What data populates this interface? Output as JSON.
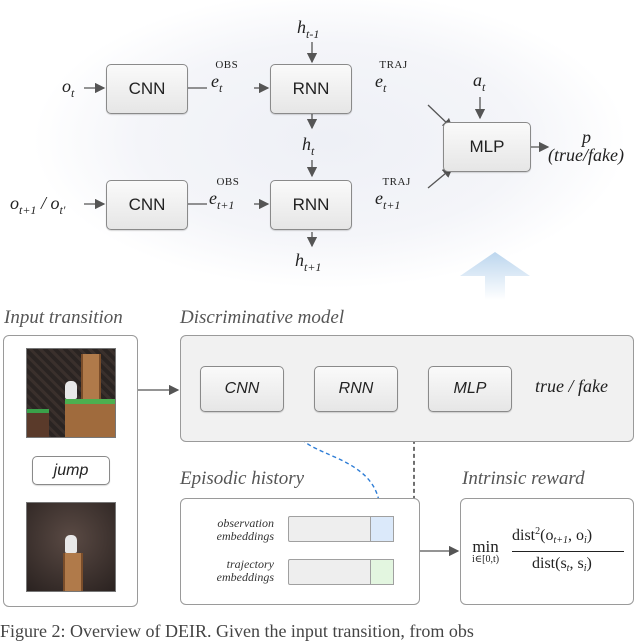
{
  "top_diagram": {
    "nodes": {
      "cnn_1": "CNN",
      "cnn_2": "CNN",
      "rnn_1": "RNN",
      "rnn_2": "RNN",
      "mlp": "MLP"
    },
    "inputs": {
      "o_t": "o",
      "o_t_sub": "t",
      "o_t1": "o",
      "o_t1_sub": "t+1",
      "slash": " / ",
      "o_tp": "o",
      "o_tp_sub": "t'"
    },
    "embeddings": {
      "e": "e",
      "obs": "OBS",
      "traj": "TRAJ",
      "sub_t": "t",
      "sub_t1": "t+1"
    },
    "hidden": {
      "h": "h",
      "prev": "t-1",
      "cur": "t",
      "next": "t+1"
    },
    "action": {
      "a": "a",
      "sub": "t"
    },
    "output": {
      "p": "p",
      "desc": "(true/fake)"
    }
  },
  "sections": {
    "input_transition": "Input transition",
    "discriminative_model": "Discriminative model",
    "episodic_history": "Episodic history",
    "intrinsic_reward": "Intrinsic reward"
  },
  "discriminative": {
    "cnn": "CNN",
    "rnn": "RNN",
    "mlp": "MLP",
    "output": "true / fake"
  },
  "transition": {
    "action": "jump"
  },
  "history": {
    "observation_line1": "observation",
    "observation_line2": "embeddings",
    "trajectory_line1": "trajectory",
    "trajectory_line2": "embeddings"
  },
  "reward": {
    "min": "min",
    "min_sub": "i∈[0,t)",
    "num_prefix": "dist",
    "num_sup": "2",
    "num_args": "(o",
    "num_sub1": "t+1",
    "num_mid": ", o",
    "num_sub2": "i",
    "num_close": ")",
    "den_prefix": "dist(s",
    "den_sub1": "t",
    "den_mid": ", s",
    "den_sub2": "i",
    "den_close": ")"
  },
  "caption": "Figure 2: Overview of DEIR. Given the input transition, from obs"
}
